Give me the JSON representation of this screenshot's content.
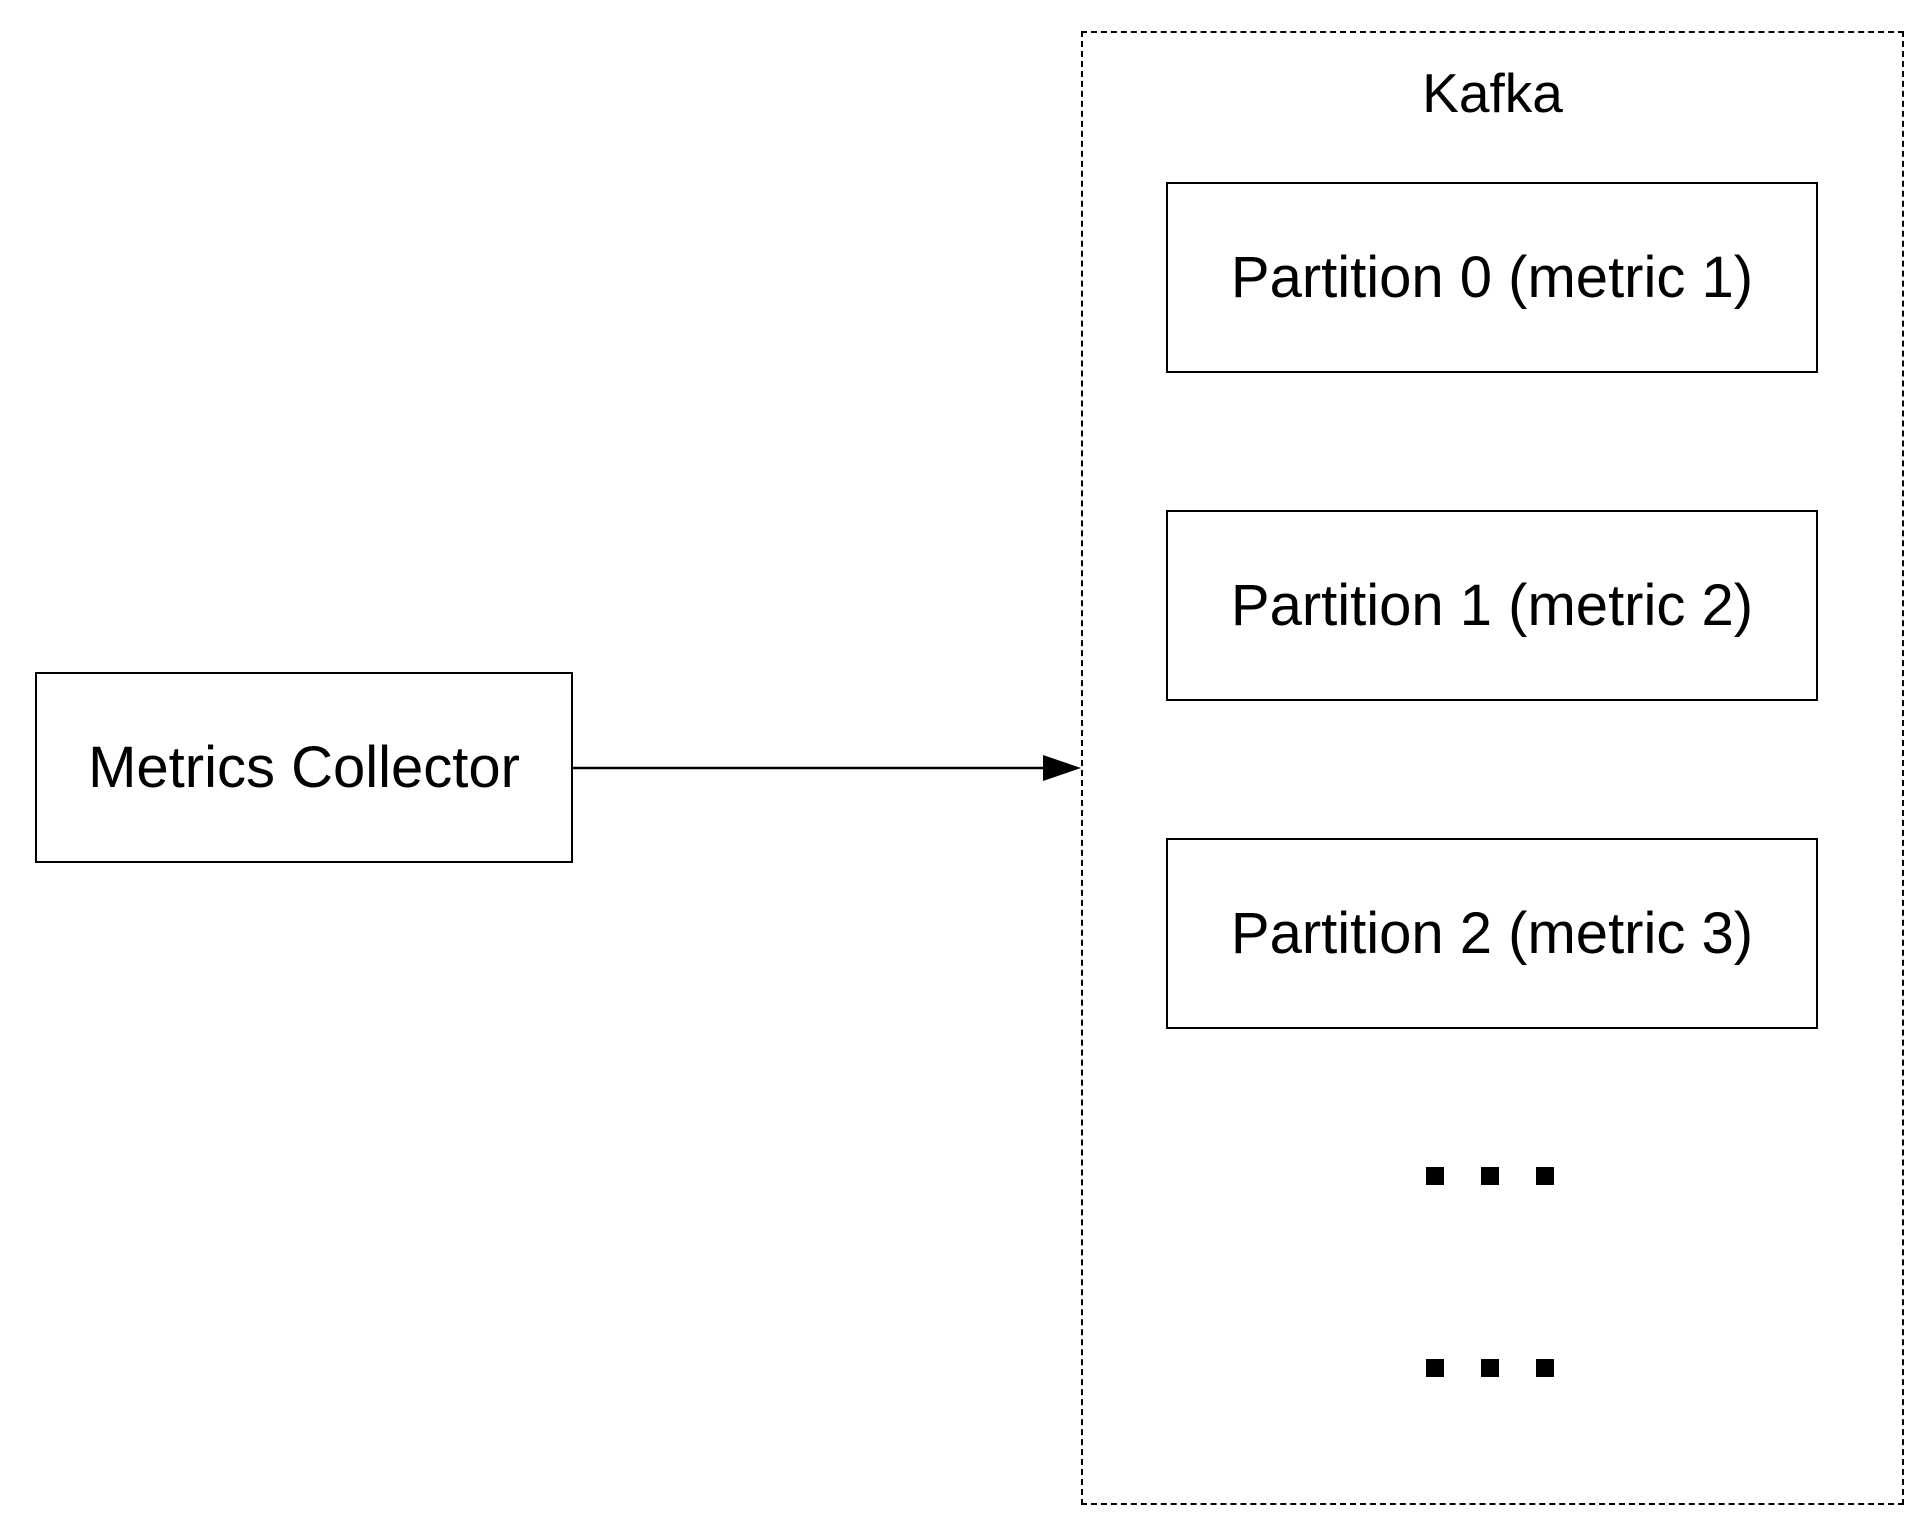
{
  "collector": {
    "label": "Metrics Collector"
  },
  "kafka": {
    "title": "Kafka",
    "partitions": [
      {
        "label": "Partition 0 (metric 1)"
      },
      {
        "label": "Partition 1 (metric 2)"
      },
      {
        "label": "Partition 2 (metric 3)"
      }
    ]
  },
  "colors": {
    "stroke": "#000000",
    "background": "#ffffff"
  }
}
